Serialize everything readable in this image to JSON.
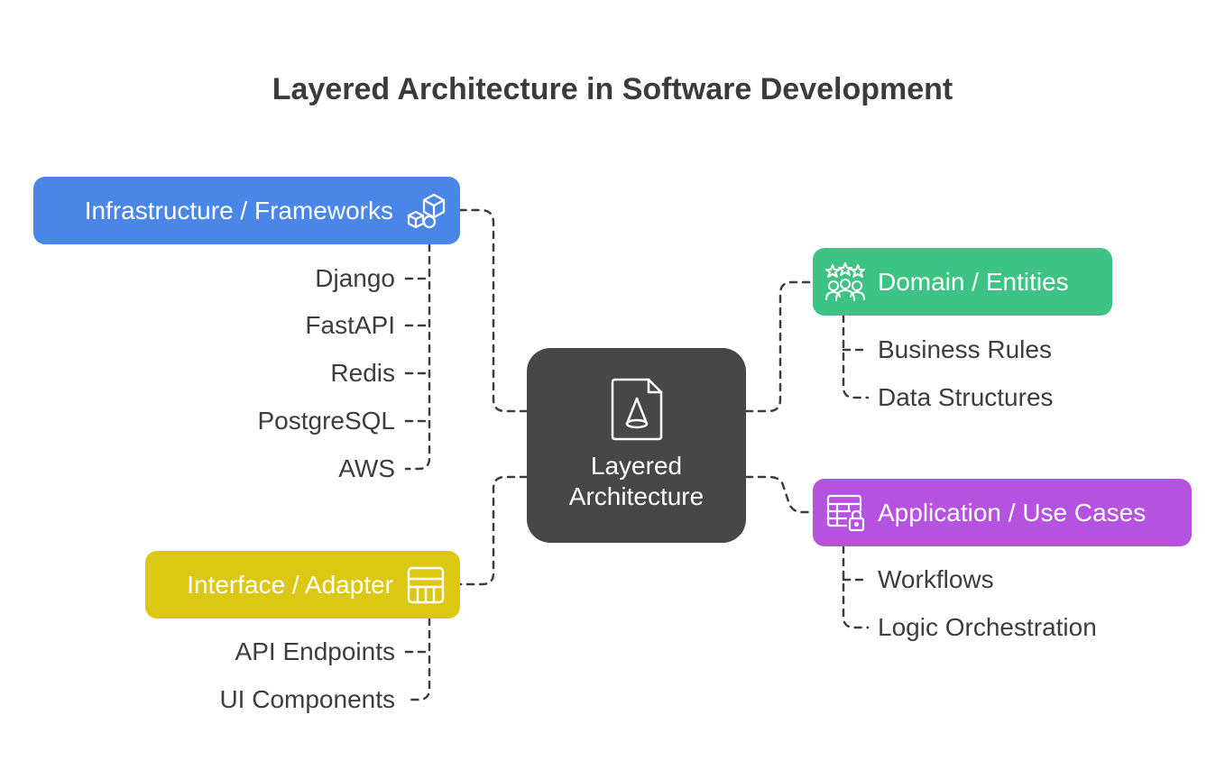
{
  "title": "Layered Architecture in Software Development",
  "center": {
    "line1": "Layered",
    "line2": "Architecture",
    "icon": "document-cone-icon",
    "color": "#474747"
  },
  "layers": {
    "infrastructure": {
      "label": "Infrastructure / Frameworks",
      "icon": "boxes-icon",
      "color": "#4a86e8",
      "items": [
        "Django",
        "FastAPI",
        "Redis",
        "PostgreSQL",
        "AWS"
      ]
    },
    "interface": {
      "label": "Interface / Adapter",
      "icon": "table-grid-icon",
      "color": "#dcc814",
      "items": [
        "API Endpoints",
        "UI Components"
      ]
    },
    "domain": {
      "label": "Domain / Entities",
      "icon": "stars-group-icon",
      "color": "#3dc383",
      "items": [
        "Business Rules",
        "Data Structures"
      ]
    },
    "application": {
      "label": "Application / Use Cases",
      "icon": "table-lock-icon",
      "color": "#b552e0",
      "items": [
        "Workflows",
        "Logic Orchestration"
      ]
    }
  }
}
